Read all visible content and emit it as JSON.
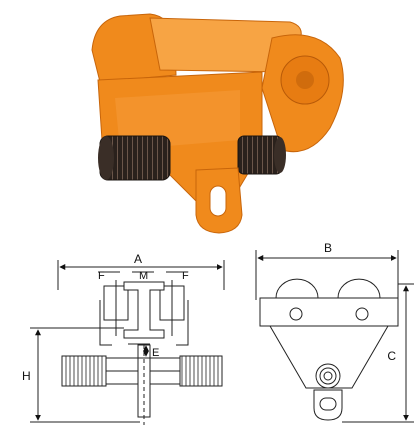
{
  "product": {
    "colors": {
      "body": "#f08a1c",
      "body_light": "#f7a444",
      "body_dark": "#c8650a",
      "threaded_shaft": "#2a211c",
      "line": "#222222"
    }
  },
  "side_view": {
    "labels": {
      "a": "A",
      "f_left": "F",
      "m": "M",
      "f_right": "F",
      "e": "E",
      "h": "H"
    }
  },
  "front_view": {
    "labels": {
      "b": "B",
      "c": "C"
    }
  }
}
